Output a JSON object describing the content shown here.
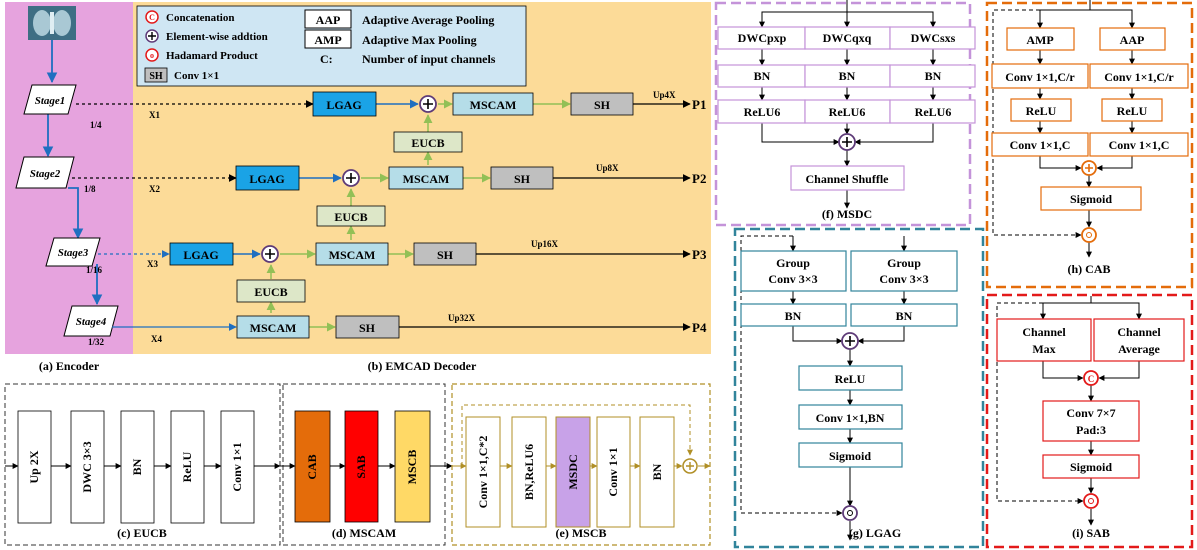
{
  "legend": {
    "concat_symbol": "C",
    "concat": "Concatenation",
    "add": "Element-wise addtion",
    "hadamard_symbol": "o",
    "hadamard": "Hadamard Product",
    "sh_box": "SH",
    "sh": "Conv 1×1",
    "aap_box": "AAP",
    "aap": "Adaptive Average Pooling",
    "amp_box": "AMP",
    "amp": "Adaptive Max Pooling",
    "c_key": "C:",
    "c": "Number of input channels"
  },
  "encoder": {
    "stages": [
      "Stage1",
      "Stage2",
      "Stage3",
      "Stage4"
    ],
    "scales": [
      "1/4",
      "1/8",
      "1/16",
      "1/32"
    ],
    "skips": [
      "X1",
      "X2",
      "X3",
      "X4"
    ],
    "caption": "(a) Encoder"
  },
  "decoder": {
    "lgag": "LGAG",
    "mscam": "MSCAM",
    "sh": "SH",
    "eucb": "EUCB",
    "ups": [
      "Up4X",
      "Up8X",
      "Up16X",
      "Up32X"
    ],
    "outputs": [
      "P1",
      "P2",
      "P3",
      "P4"
    ],
    "caption": "(b) EMCAD Decoder"
  },
  "eucb": {
    "blocks": [
      "Up 2X",
      "DWC 3×3",
      "BN",
      "ReLU",
      "Conv 1×1"
    ],
    "caption": "(c) EUCB"
  },
  "mscam": {
    "blocks": [
      "CAB",
      "SAB",
      "MSCB"
    ],
    "caption": "(d) MSCAM"
  },
  "mscb": {
    "blocks": [
      "Conv 1×1,C*2",
      "BN,ReLU6",
      "MSDC",
      "Conv 1×1",
      "BN"
    ],
    "caption": "(e) MSCB"
  },
  "msdc": {
    "branches": [
      "DWCpxp",
      "DWCqxq",
      "DWCsxs"
    ],
    "bn": "BN",
    "relu": "ReLU6",
    "shuffle": "Channel Shuffle",
    "caption": "(f) MSDC"
  },
  "lgag": {
    "group_l1": "Group",
    "group_l2": "Conv 3×3",
    "bn": "BN",
    "relu": "ReLU",
    "conv": "Conv 1×1,BN",
    "sigmoid": "Sigmoid",
    "caption": "(g) LGAG"
  },
  "cab": {
    "amp": "AMP",
    "aap": "AAP",
    "conv_r": "Conv 1×1,C/r",
    "relu": "ReLU",
    "conv_c": "Conv 1×1,C",
    "sigmoid": "Sigmoid",
    "caption": "(h) CAB"
  },
  "sab": {
    "max_l1": "Channel",
    "max_l2": "Max",
    "avg_l1": "Channel",
    "avg_l2": "Average",
    "conv_l1": "Conv 7×7",
    "conv_l2": "Pad:3",
    "sigmoid": "Sigmoid",
    "caption": "(i) SAB"
  },
  "colors": {
    "encoder_bg": "#e6a3de",
    "decoder_bg": "#fcdb98",
    "legend_bg": "#cfe6f3",
    "lgag_fill": "#1aa3e6",
    "mscam_fill": "#b5dde8",
    "sh_fill": "#bfbfbf",
    "eucb_fill": "#dde7c8",
    "cab_fill": "#e46c0a",
    "sab_fill": "#ff0000",
    "mscb_fill": "#ffd966",
    "msdc_fill": "#c8a2e8",
    "purple_line": "#c493d9",
    "teal_line": "#31849b",
    "orange_line": "#e46c0a",
    "red_line": "#e31a1a",
    "olive_line": "#b08f26",
    "blue_arrow": "#1f6fc0",
    "green_arrow": "#92c056"
  }
}
